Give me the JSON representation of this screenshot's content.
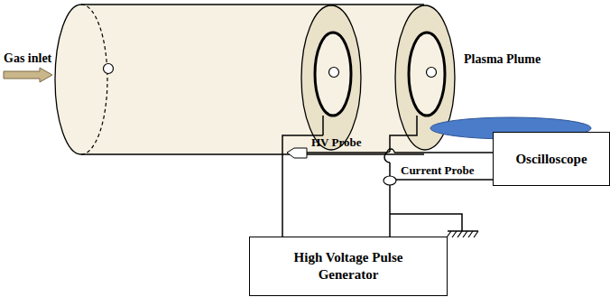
{
  "diagram": {
    "nodes": [
      {
        "text": [
          "Oscilloscope"
        ]
      },
      {
        "text": [
          "High Voltage Pulse Generator"
        ]
      }
    ],
    "labels": [
      "Gas inlet",
      "Plasma Plume",
      "HV Probe",
      "Current Probe"
    ]
  }
}
